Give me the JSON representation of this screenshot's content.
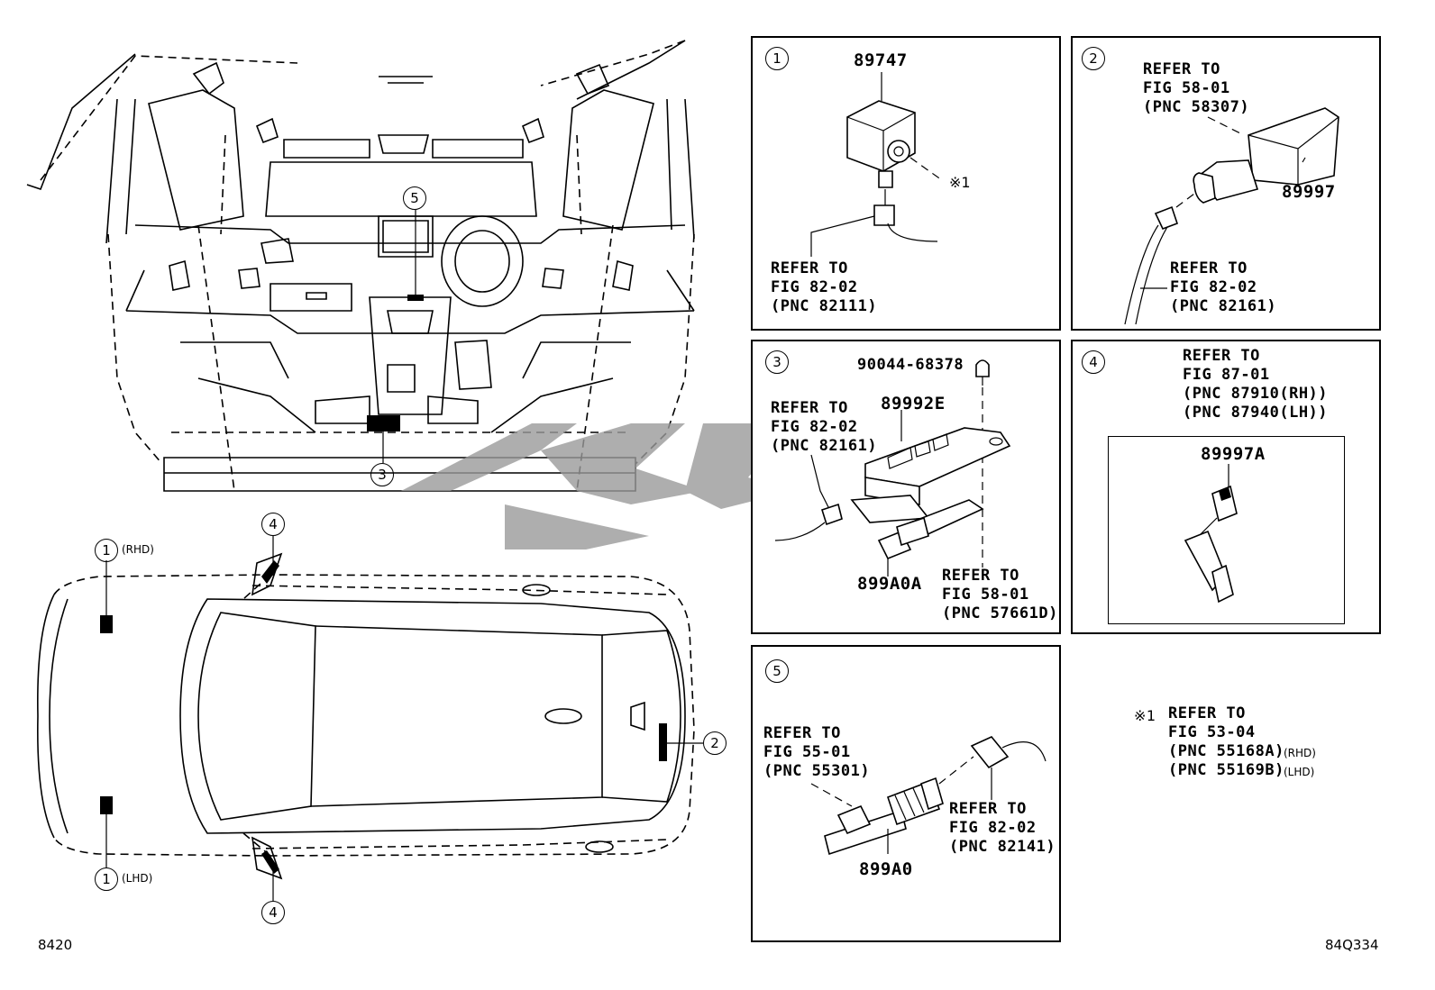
{
  "diagram": {
    "callout_numbers": [
      "1",
      "2",
      "3",
      "4",
      "5"
    ],
    "views": {
      "interior": {
        "callouts": [
          "5",
          "3"
        ]
      },
      "top_view": {
        "callouts": [
          {
            "num": "1",
            "label": "(RHD)"
          },
          {
            "num": "1",
            "label": "(LHD)"
          },
          {
            "num": "4",
            "label": ""
          },
          {
            "num": "4",
            "label": ""
          },
          {
            "num": "2",
            "label": ""
          }
        ]
      }
    },
    "panels": [
      {
        "num": "1",
        "part": "89747",
        "star_ref": "※1",
        "refer": "REFER TO\nFIG 82-02\n(PNC 82111)"
      },
      {
        "num": "2",
        "part": "89997",
        "refer_top": "REFER TO\nFIG 58-01\n(PNC 58307)",
        "refer_bottom": "REFER TO\nFIG 82-02\n(PNC 82161)"
      },
      {
        "num": "3",
        "screw": "90044-68378",
        "part_a": "89992E",
        "part_b": "899A0A",
        "refer_left": "REFER TO\nFIG 82-02\n(PNC 82161)",
        "refer_bottom": "REFER TO\nFIG 58-01\n(PNC 57661D)"
      },
      {
        "num": "4",
        "part": "89997A",
        "refer": "REFER TO\nFIG 87-01\n(PNC 87910(RH))\n(PNC 87940(LH))"
      },
      {
        "num": "5",
        "part": "899A0",
        "refer_left": "REFER TO\nFIG 55-01\n(PNC 55301)",
        "refer_right": "REFER TO\nFIG 82-02\n(PNC 82141)"
      }
    ],
    "footnote": {
      "mark": "※1",
      "lines": [
        "REFER TO",
        "FIG 53-04"
      ],
      "pnc_rhd": "(PNC 55168A)",
      "rhd": "(RHD)",
      "pnc_lhd": "(PNC 55169B)",
      "lhd": "(LHD)"
    },
    "footer_left": "8420",
    "footer_right": "84Q334"
  }
}
